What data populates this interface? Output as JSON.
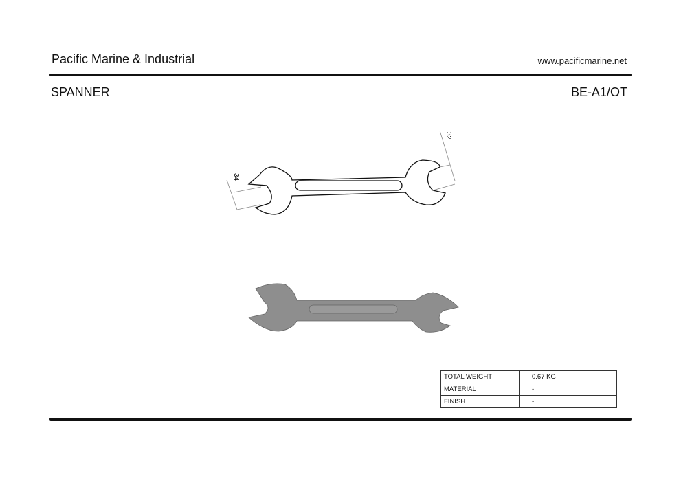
{
  "header": {
    "company": "Pacific Marine & Industrial",
    "website": "www.pacificmarine.net"
  },
  "product": {
    "name": "SPANNER",
    "code": "BE-A1/OT"
  },
  "drawing": {
    "dimension_left": "34",
    "dimension_right": "32"
  },
  "specs": [
    {
      "label": "TOTAL WEIGHT",
      "value": "0.67 KG"
    },
    {
      "label": "MATERIAL",
      "value": "-"
    },
    {
      "label": "FINISH",
      "value": "-"
    }
  ]
}
